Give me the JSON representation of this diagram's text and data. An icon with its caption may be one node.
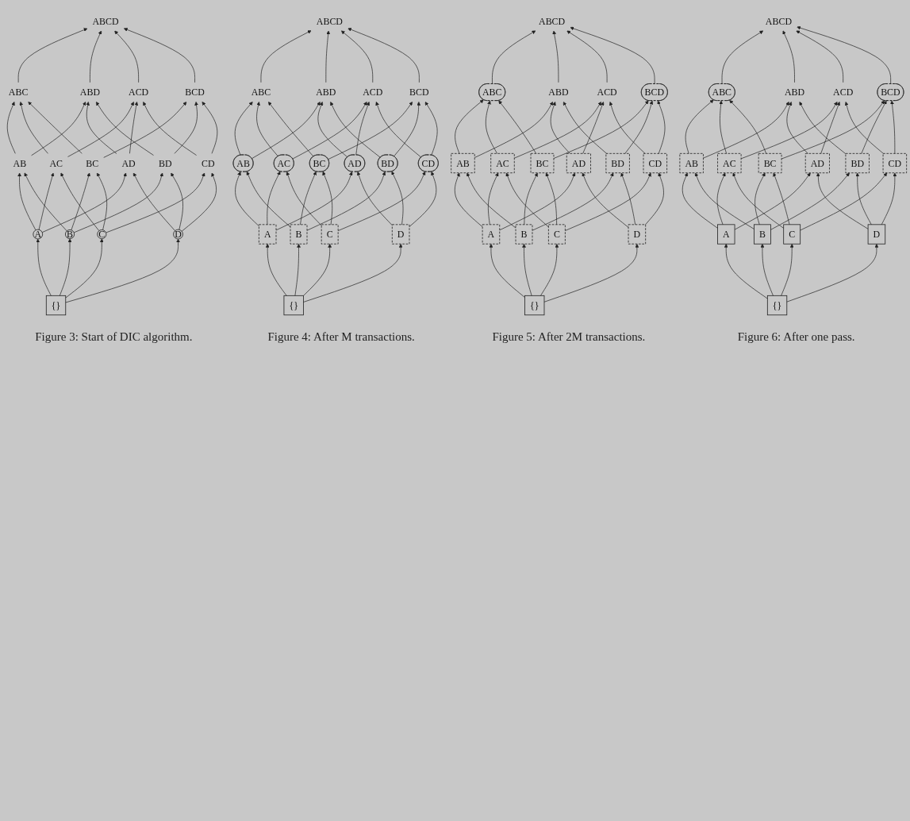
{
  "diagram": {
    "nodes": [
      {
        "text": [
          "ABCD"
        ]
      },
      {
        "text": [
          "ABC"
        ]
      },
      {
        "text": [
          "ABD"
        ]
      },
      {
        "text": [
          "ACD"
        ]
      },
      {
        "text": [
          "BCD"
        ]
      },
      {
        "text": [
          "AB"
        ]
      },
      {
        "text": [
          "AC"
        ]
      },
      {
        "text": [
          "BC"
        ]
      },
      {
        "text": [
          "AD"
        ]
      },
      {
        "text": [
          "BD"
        ]
      },
      {
        "text": [
          "CD"
        ]
      },
      {
        "text": [
          "A"
        ]
      },
      {
        "text": [
          "B"
        ]
      },
      {
        "text": [
          "C"
        ]
      },
      {
        "text": [
          "D"
        ]
      },
      {
        "text": [
          "{}"
        ]
      },
      {
        "text": [
          "ABCD"
        ]
      },
      {
        "text": [
          "ABC"
        ]
      },
      {
        "text": [
          "ABD"
        ]
      },
      {
        "text": [
          "ACD"
        ]
      },
      {
        "text": [
          "BCD"
        ]
      },
      {
        "text": [
          "AB"
        ]
      },
      {
        "text": [
          "AC"
        ]
      },
      {
        "text": [
          "BC"
        ]
      },
      {
        "text": [
          "AD"
        ]
      },
      {
        "text": [
          "BD"
        ]
      },
      {
        "text": [
          "CD"
        ]
      },
      {
        "text": [
          "A"
        ]
      },
      {
        "text": [
          "B"
        ]
      },
      {
        "text": [
          "C"
        ]
      },
      {
        "text": [
          "D"
        ]
      },
      {
        "text": [
          "{}"
        ]
      },
      {
        "text": [
          "ABCD"
        ]
      },
      {
        "text": [
          "ABC"
        ]
      },
      {
        "text": [
          "ABD"
        ]
      },
      {
        "text": [
          "ACD"
        ]
      },
      {
        "text": [
          "BCD"
        ]
      },
      {
        "text": [
          "AB"
        ]
      },
      {
        "text": [
          "AC"
        ]
      },
      {
        "text": [
          "BC"
        ]
      },
      {
        "text": [
          "AD"
        ]
      },
      {
        "text": [
          "BD"
        ]
      },
      {
        "text": [
          "CD"
        ]
      },
      {
        "text": [
          "A"
        ]
      },
      {
        "text": [
          "B"
        ]
      },
      {
        "text": [
          "C"
        ]
      },
      {
        "text": [
          "D"
        ]
      },
      {
        "text": [
          "{}"
        ]
      },
      {
        "text": [
          "ABCD"
        ]
      },
      {
        "text": [
          "ABC"
        ]
      },
      {
        "text": [
          "ABD"
        ]
      },
      {
        "text": [
          "ACD"
        ]
      },
      {
        "text": [
          "BCD"
        ]
      },
      {
        "text": [
          "AB"
        ]
      },
      {
        "text": [
          "AC"
        ]
      },
      {
        "text": [
          "BC"
        ]
      },
      {
        "text": [
          "AD"
        ]
      },
      {
        "text": [
          "BD"
        ]
      },
      {
        "text": [
          "CD"
        ]
      },
      {
        "text": [
          "A"
        ]
      },
      {
        "text": [
          "B"
        ]
      },
      {
        "text": [
          "C"
        ]
      },
      {
        "text": [
          "D"
        ]
      },
      {
        "text": [
          "{}"
        ]
      }
    ],
    "edges": [
      {
        "from": 1,
        "to": 0,
        "arrow": "to"
      },
      {
        "from": 2,
        "to": 0,
        "arrow": "to"
      },
      {
        "from": 3,
        "to": 0,
        "arrow": "to"
      },
      {
        "from": 4,
        "to": 0,
        "arrow": "to"
      },
      {
        "from": 5,
        "to": 1,
        "arrow": "to"
      },
      {
        "from": 6,
        "to": 1,
        "arrow": "to"
      },
      {
        "from": 7,
        "to": 1,
        "arrow": "to"
      },
      {
        "from": 5,
        "to": 2,
        "arrow": "to"
      },
      {
        "from": 8,
        "to": 2,
        "arrow": "to"
      },
      {
        "from": 9,
        "to": 2,
        "arrow": "to"
      },
      {
        "from": 6,
        "to": 3,
        "arrow": "to"
      },
      {
        "from": 8,
        "to": 3,
        "arrow": "to"
      },
      {
        "from": 10,
        "to": 3,
        "arrow": "to"
      },
      {
        "from": 7,
        "to": 4,
        "arrow": "to"
      },
      {
        "from": 9,
        "to": 4,
        "arrow": "to"
      },
      {
        "from": 10,
        "to": 4,
        "arrow": "to"
      },
      {
        "from": 11,
        "to": 5,
        "arrow": "to"
      },
      {
        "from": 12,
        "to": 5,
        "arrow": "to"
      },
      {
        "from": 11,
        "to": 6,
        "arrow": "to"
      },
      {
        "from": 13,
        "to": 6,
        "arrow": "to"
      },
      {
        "from": 12,
        "to": 7,
        "arrow": "to"
      },
      {
        "from": 13,
        "to": 7,
        "arrow": "to"
      },
      {
        "from": 11,
        "to": 8,
        "arrow": "to"
      },
      {
        "from": 14,
        "to": 8,
        "arrow": "to"
      },
      {
        "from": 12,
        "to": 9,
        "arrow": "to"
      },
      {
        "from": 14,
        "to": 9,
        "arrow": "to"
      },
      {
        "from": 13,
        "to": 10,
        "arrow": "to"
      },
      {
        "from": 14,
        "to": 10,
        "arrow": "to"
      },
      {
        "from": 15,
        "to": 11,
        "arrow": "to"
      },
      {
        "from": 15,
        "to": 12,
        "arrow": "to"
      },
      {
        "from": 15,
        "to": 13,
        "arrow": "to"
      },
      {
        "from": 15,
        "to": 14,
        "arrow": "to"
      },
      {
        "from": 17,
        "to": 16,
        "arrow": "to"
      },
      {
        "from": 18,
        "to": 16,
        "arrow": "to"
      },
      {
        "from": 19,
        "to": 16,
        "arrow": "to"
      },
      {
        "from": 20,
        "to": 16,
        "arrow": "to"
      },
      {
        "from": 21,
        "to": 17,
        "arrow": "to"
      },
      {
        "from": 22,
        "to": 17,
        "arrow": "to"
      },
      {
        "from": 23,
        "to": 17,
        "arrow": "to"
      },
      {
        "from": 21,
        "to": 18,
        "arrow": "to"
      },
      {
        "from": 24,
        "to": 18,
        "arrow": "to"
      },
      {
        "from": 25,
        "to": 18,
        "arrow": "to"
      },
      {
        "from": 22,
        "to": 19,
        "arrow": "to"
      },
      {
        "from": 24,
        "to": 19,
        "arrow": "to"
      },
      {
        "from": 26,
        "to": 19,
        "arrow": "to"
      },
      {
        "from": 23,
        "to": 20,
        "arrow": "to"
      },
      {
        "from": 25,
        "to": 20,
        "arrow": "to"
      },
      {
        "from": 26,
        "to": 20,
        "arrow": "to"
      },
      {
        "from": 27,
        "to": 21,
        "arrow": "to"
      },
      {
        "from": 28,
        "to": 21,
        "arrow": "to"
      },
      {
        "from": 27,
        "to": 22,
        "arrow": "to"
      },
      {
        "from": 29,
        "to": 22,
        "arrow": "to"
      },
      {
        "from": 28,
        "to": 23,
        "arrow": "to"
      },
      {
        "from": 29,
        "to": 23,
        "arrow": "to"
      },
      {
        "from": 27,
        "to": 24,
        "arrow": "to"
      },
      {
        "from": 30,
        "to": 24,
        "arrow": "to"
      },
      {
        "from": 28,
        "to": 25,
        "arrow": "to"
      },
      {
        "from": 30,
        "to": 25,
        "arrow": "to"
      },
      {
        "from": 29,
        "to": 26,
        "arrow": "to"
      },
      {
        "from": 30,
        "to": 26,
        "arrow": "to"
      },
      {
        "from": 31,
        "to": 27,
        "arrow": "to"
      },
      {
        "from": 31,
        "to": 28,
        "arrow": "to"
      },
      {
        "from": 31,
        "to": 29,
        "arrow": "to"
      },
      {
        "from": 31,
        "to": 30,
        "arrow": "to"
      },
      {
        "from": 33,
        "to": 32,
        "arrow": "to"
      },
      {
        "from": 34,
        "to": 32,
        "arrow": "to"
      },
      {
        "from": 35,
        "to": 32,
        "arrow": "to"
      },
      {
        "from": 36,
        "to": 32,
        "arrow": "to"
      },
      {
        "from": 37,
        "to": 33,
        "arrow": "to"
      },
      {
        "from": 38,
        "to": 33,
        "arrow": "to"
      },
      {
        "from": 39,
        "to": 33,
        "arrow": "to"
      },
      {
        "from": 37,
        "to": 34,
        "arrow": "to"
      },
      {
        "from": 40,
        "to": 34,
        "arrow": "to"
      },
      {
        "from": 41,
        "to": 34,
        "arrow": "to"
      },
      {
        "from": 38,
        "to": 35,
        "arrow": "to"
      },
      {
        "from": 40,
        "to": 35,
        "arrow": "to"
      },
      {
        "from": 42,
        "to": 35,
        "arrow": "to"
      },
      {
        "from": 39,
        "to": 36,
        "arrow": "to"
      },
      {
        "from": 41,
        "to": 36,
        "arrow": "to"
      },
      {
        "from": 42,
        "to": 36,
        "arrow": "to"
      },
      {
        "from": 43,
        "to": 37,
        "arrow": "to"
      },
      {
        "from": 44,
        "to": 37,
        "arrow": "to"
      },
      {
        "from": 43,
        "to": 38,
        "arrow": "to"
      },
      {
        "from": 45,
        "to": 38,
        "arrow": "to"
      },
      {
        "from": 44,
        "to": 39,
        "arrow": "to"
      },
      {
        "from": 45,
        "to": 39,
        "arrow": "to"
      },
      {
        "from": 43,
        "to": 40,
        "arrow": "to"
      },
      {
        "from": 46,
        "to": 40,
        "arrow": "to"
      },
      {
        "from": 44,
        "to": 41,
        "arrow": "to"
      },
      {
        "from": 46,
        "to": 41,
        "arrow": "to"
      },
      {
        "from": 45,
        "to": 42,
        "arrow": "to"
      },
      {
        "from": 46,
        "to": 42,
        "arrow": "to"
      },
      {
        "from": 47,
        "to": 43,
        "arrow": "to"
      },
      {
        "from": 47,
        "to": 44,
        "arrow": "to"
      },
      {
        "from": 47,
        "to": 45,
        "arrow": "to"
      },
      {
        "from": 47,
        "to": 46,
        "arrow": "to"
      },
      {
        "from": 49,
        "to": 48,
        "arrow": "to"
      },
      {
        "from": 50,
        "to": 48,
        "arrow": "to"
      },
      {
        "from": 51,
        "to": 48,
        "arrow": "to"
      },
      {
        "from": 52,
        "to": 48,
        "arrow": "to"
      },
      {
        "from": 53,
        "to": 49,
        "arrow": "to"
      },
      {
        "from": 54,
        "to": 49,
        "arrow": "to"
      },
      {
        "from": 55,
        "to": 49,
        "arrow": "to"
      },
      {
        "from": 53,
        "to": 50,
        "arrow": "to"
      },
      {
        "from": 56,
        "to": 50,
        "arrow": "to"
      },
      {
        "from": 57,
        "to": 50,
        "arrow": "to"
      },
      {
        "from": 54,
        "to": 51,
        "arrow": "to"
      },
      {
        "from": 56,
        "to": 51,
        "arrow": "to"
      },
      {
        "from": 58,
        "to": 51,
        "arrow": "to"
      },
      {
        "from": 55,
        "to": 52,
        "arrow": "to"
      },
      {
        "from": 57,
        "to": 52,
        "arrow": "to"
      },
      {
        "from": 58,
        "to": 52,
        "arrow": "to"
      },
      {
        "from": 59,
        "to": 53,
        "arrow": "to"
      },
      {
        "from": 60,
        "to": 53,
        "arrow": "to"
      },
      {
        "from": 59,
        "to": 54,
        "arrow": "to"
      },
      {
        "from": 61,
        "to": 54,
        "arrow": "to"
      },
      {
        "from": 60,
        "to": 55,
        "arrow": "to"
      },
      {
        "from": 61,
        "to": 55,
        "arrow": "to"
      },
      {
        "from": 59,
        "to": 56,
        "arrow": "to"
      },
      {
        "from": 62,
        "to": 56,
        "arrow": "to"
      },
      {
        "from": 60,
        "to": 57,
        "arrow": "to"
      },
      {
        "from": 62,
        "to": 57,
        "arrow": "to"
      },
      {
        "from": 61,
        "to": 58,
        "arrow": "to"
      },
      {
        "from": 62,
        "to": 58,
        "arrow": "to"
      },
      {
        "from": 63,
        "to": 59,
        "arrow": "to"
      },
      {
        "from": 63,
        "to": 60,
        "arrow": "to"
      },
      {
        "from": 63,
        "to": 61,
        "arrow": "to"
      },
      {
        "from": 63,
        "to": 62,
        "arrow": "to"
      }
    ],
    "labels": [
      "Figure 3: Start of DIC algorithm.",
      "Figure 4: After M transactions.",
      "Figure 5: After 2M transactions.",
      "Figure 6: After one pass."
    ]
  }
}
